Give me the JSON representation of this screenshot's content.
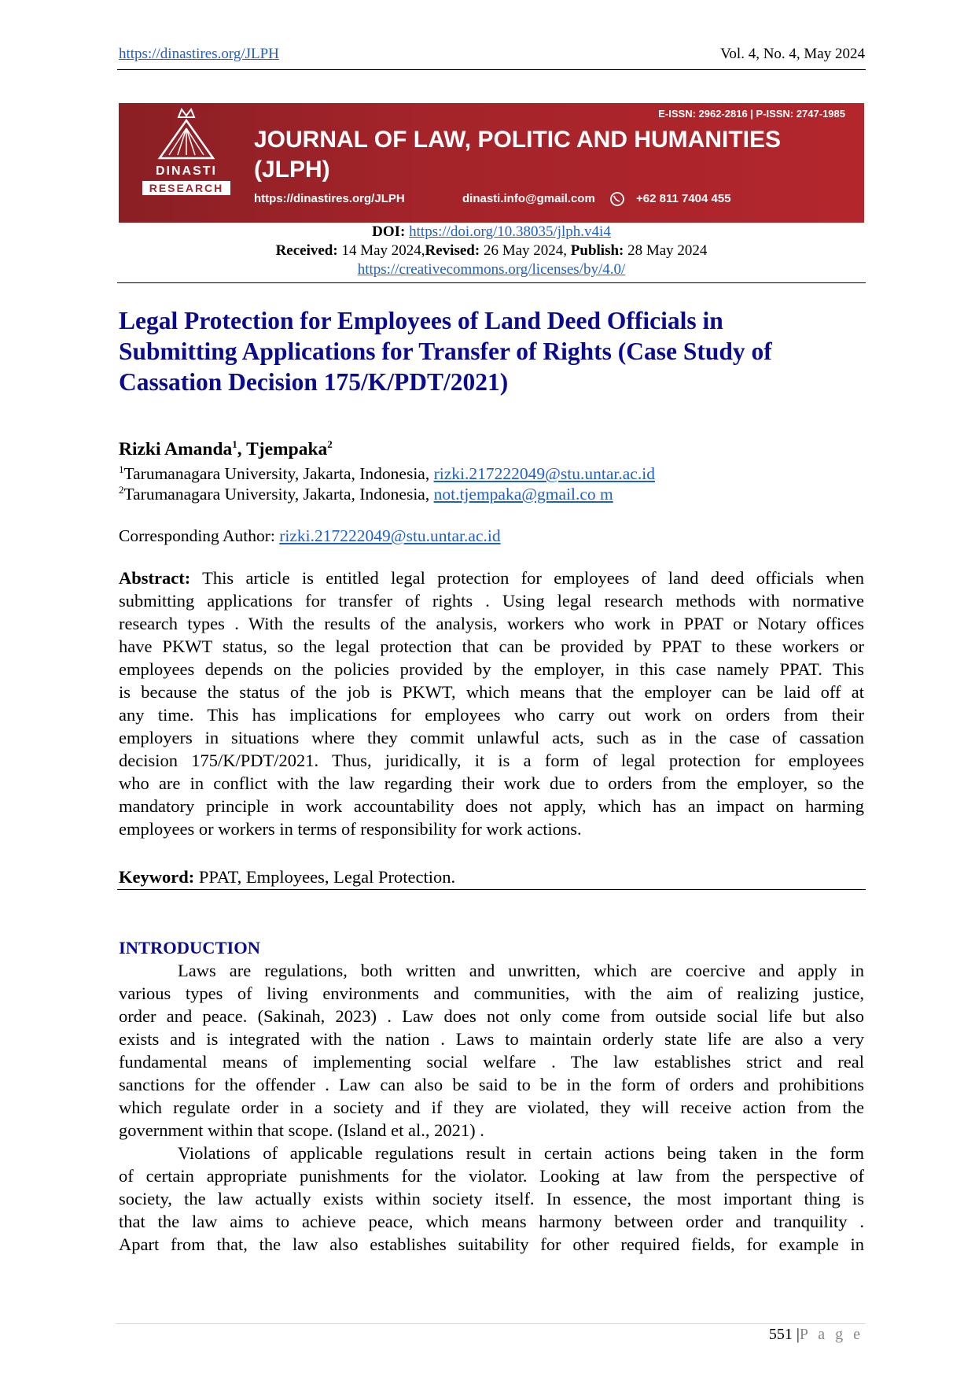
{
  "header": {
    "url": "https://dinastires.org/JLPH",
    "volume": "Vol. 4, No. 4, May 2024"
  },
  "banner": {
    "logo_top": "DINASTI",
    "logo_bottom": "RESEARCH",
    "issn": "E-ISSN: 2962-2816 | P-ISSN: 2747-1985",
    "journal_title_1": "JOURNAL OF LAW, POLITIC AND HUMANITIES",
    "journal_title_2": "(JLPH)",
    "website": "https://dinastires.org/JLPH",
    "email": "dinasti.info@gmail.com",
    "phone": "+62 811 7404 455",
    "color": "#a3242a"
  },
  "meta": {
    "doi_label": "DOI:",
    "doi": "https://doi.org/10.38035/jlph.v4i4",
    "received_label": "Received:",
    "received": "14 May 2024,",
    "revised_label": "Revised:",
    "revised": "26 May 2024,",
    "publish_label": "Publish:",
    "publish": "28 May 2024",
    "license": "https://creativecommons.org/licenses/by/4.0/"
  },
  "title_lines": [
    "Legal Protection for Employees of Land Deed Officials in",
    "Submitting Applications for Transfer of Rights (Case Study of",
    "Cassation Decision 175/K/PDT/2021)"
  ],
  "authors": {
    "a1": "Rizki Amanda",
    "a1_sup": "1",
    "sep": ", ",
    "a2": "Tjempaka",
    "a2_sup": "2",
    "aff1_sup": "1",
    "aff1": "Tarumanagara University, Jakarta, Indonesia, ",
    "aff1_email": "rizki.217222049@stu.untar.ac.id",
    "aff2_sup": "2",
    "aff2": "Tarumanagara University, Jakarta, Indonesia, ",
    "aff2_email": "not.tjempaka@gmail.co m",
    "corr_label": "Corresponding Author: ",
    "corr_email": "rizki.217222049@stu.untar.ac.id"
  },
  "abstract": {
    "label": "Abstract:",
    "first": " This article is entitled legal protection for employees of land deed officials when",
    "lines": [
      "submitting applications for transfer of rights . Using legal research methods with normative",
      "research types . With the results of the analysis, workers who work in PPAT or Notary offices",
      "have PKWT status, so the legal protection that can be provided by PPAT to these workers or",
      "employees depends on the policies provided by the employer, in this case namely PPAT. This",
      "is because the status of the job is PKWT, which means that the employer can be laid off at",
      "any time. This has implications for employees who carry out work on orders from their",
      "employers in situations where they commit unlawful acts, such as in the case of cassation",
      "decision 175/K/PDT/2021. Thus, juridically, it is a form of legal protection for employees",
      "who are in conflict with the law regarding their work due to orders from the employer, so the",
      "mandatory principle in work accountability does not apply, which has an impact on harming",
      "employees or workers in terms of responsibility for work actions."
    ]
  },
  "keyword": {
    "label": "Keyword:",
    "text": " PPAT, Employees, Legal Protection."
  },
  "introduction": {
    "heading": "INTRODUCTION",
    "p1": [
      "Laws are regulations, both written and unwritten, which are coercive and apply in",
      "various types of living environments and communities, with the aim of realizing justice,",
      "order and peace. (Sakinah, 2023) . Law does not only come from outside social life but also",
      "exists and is integrated with the nation . Laws to maintain orderly state life are also a very",
      "fundamental means of implementing social welfare . The law establishes strict and real",
      "sanctions for the offender . Law can also be said to be in the form of orders and prohibitions",
      "which regulate order in a society and if they are violated, they will receive action from the",
      "government within that scope. (Island et al., 2021) ."
    ],
    "p2": [
      "Violations of applicable regulations result in certain actions being taken in the form",
      "of certain appropriate punishments for the violator. Looking at law from the perspective of",
      "society, the law actually exists within society itself. In essence, the most important thing is",
      "that the law aims to achieve peace, which means harmony between order and tranquility .",
      "Apart from that, the law also establishes suitability for other required fields, for example in"
    ]
  },
  "footer": {
    "page_number": "551",
    "sep": "|",
    "page_label": "P a g e"
  }
}
